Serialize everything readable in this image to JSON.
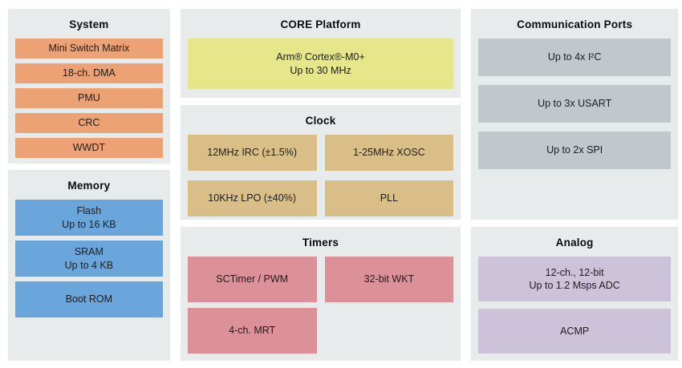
{
  "colors": {
    "page_bg": "#ffffff",
    "panel_bg": "#e8ebeb",
    "system_block": "#eda275",
    "memory_block": "#6aa6db",
    "core_block": "#e5e78a",
    "clock_block": "#d9bf87",
    "timers_block": "#dc9199",
    "comm_block": "#c1c7cb",
    "analog_block": "#ccc2da",
    "text": "#1d1d1d"
  },
  "system": {
    "title": "System",
    "blocks": [
      "Mini Switch Matrix",
      "18-ch. DMA",
      "PMU",
      "CRC",
      "WWDT"
    ]
  },
  "memory": {
    "title": "Memory",
    "blocks": [
      {
        "line1": "Flash",
        "line2": "Up to 16 KB"
      },
      {
        "line1": "SRAM",
        "line2": "Up to 4 KB"
      },
      {
        "line1": "Boot ROM",
        "line2": ""
      }
    ]
  },
  "core": {
    "title": "CORE Platform",
    "block": {
      "line1": "Arm® Cortex®-M0+",
      "line2": "Up to 30 MHz"
    }
  },
  "clock": {
    "title": "Clock",
    "blocks": [
      "12MHz IRC (±1.5%)",
      "1-25MHz XOSC",
      "10KHz LPO (±40%)",
      "PLL"
    ]
  },
  "timers": {
    "title": "Timers",
    "blocks": [
      "SCTimer / PWM",
      "32-bit WKT",
      "4-ch. MRT"
    ]
  },
  "comm": {
    "title": "Communication Ports",
    "blocks": [
      "Up to 4x I²C",
      "Up to 3x USART",
      "Up to 2x SPI"
    ]
  },
  "analog": {
    "title": "Analog",
    "blocks": [
      {
        "line1": "12-ch., 12-bit",
        "line2": "Up to 1.2 Msps ADC"
      },
      {
        "line1": "ACMP",
        "line2": ""
      }
    ]
  }
}
